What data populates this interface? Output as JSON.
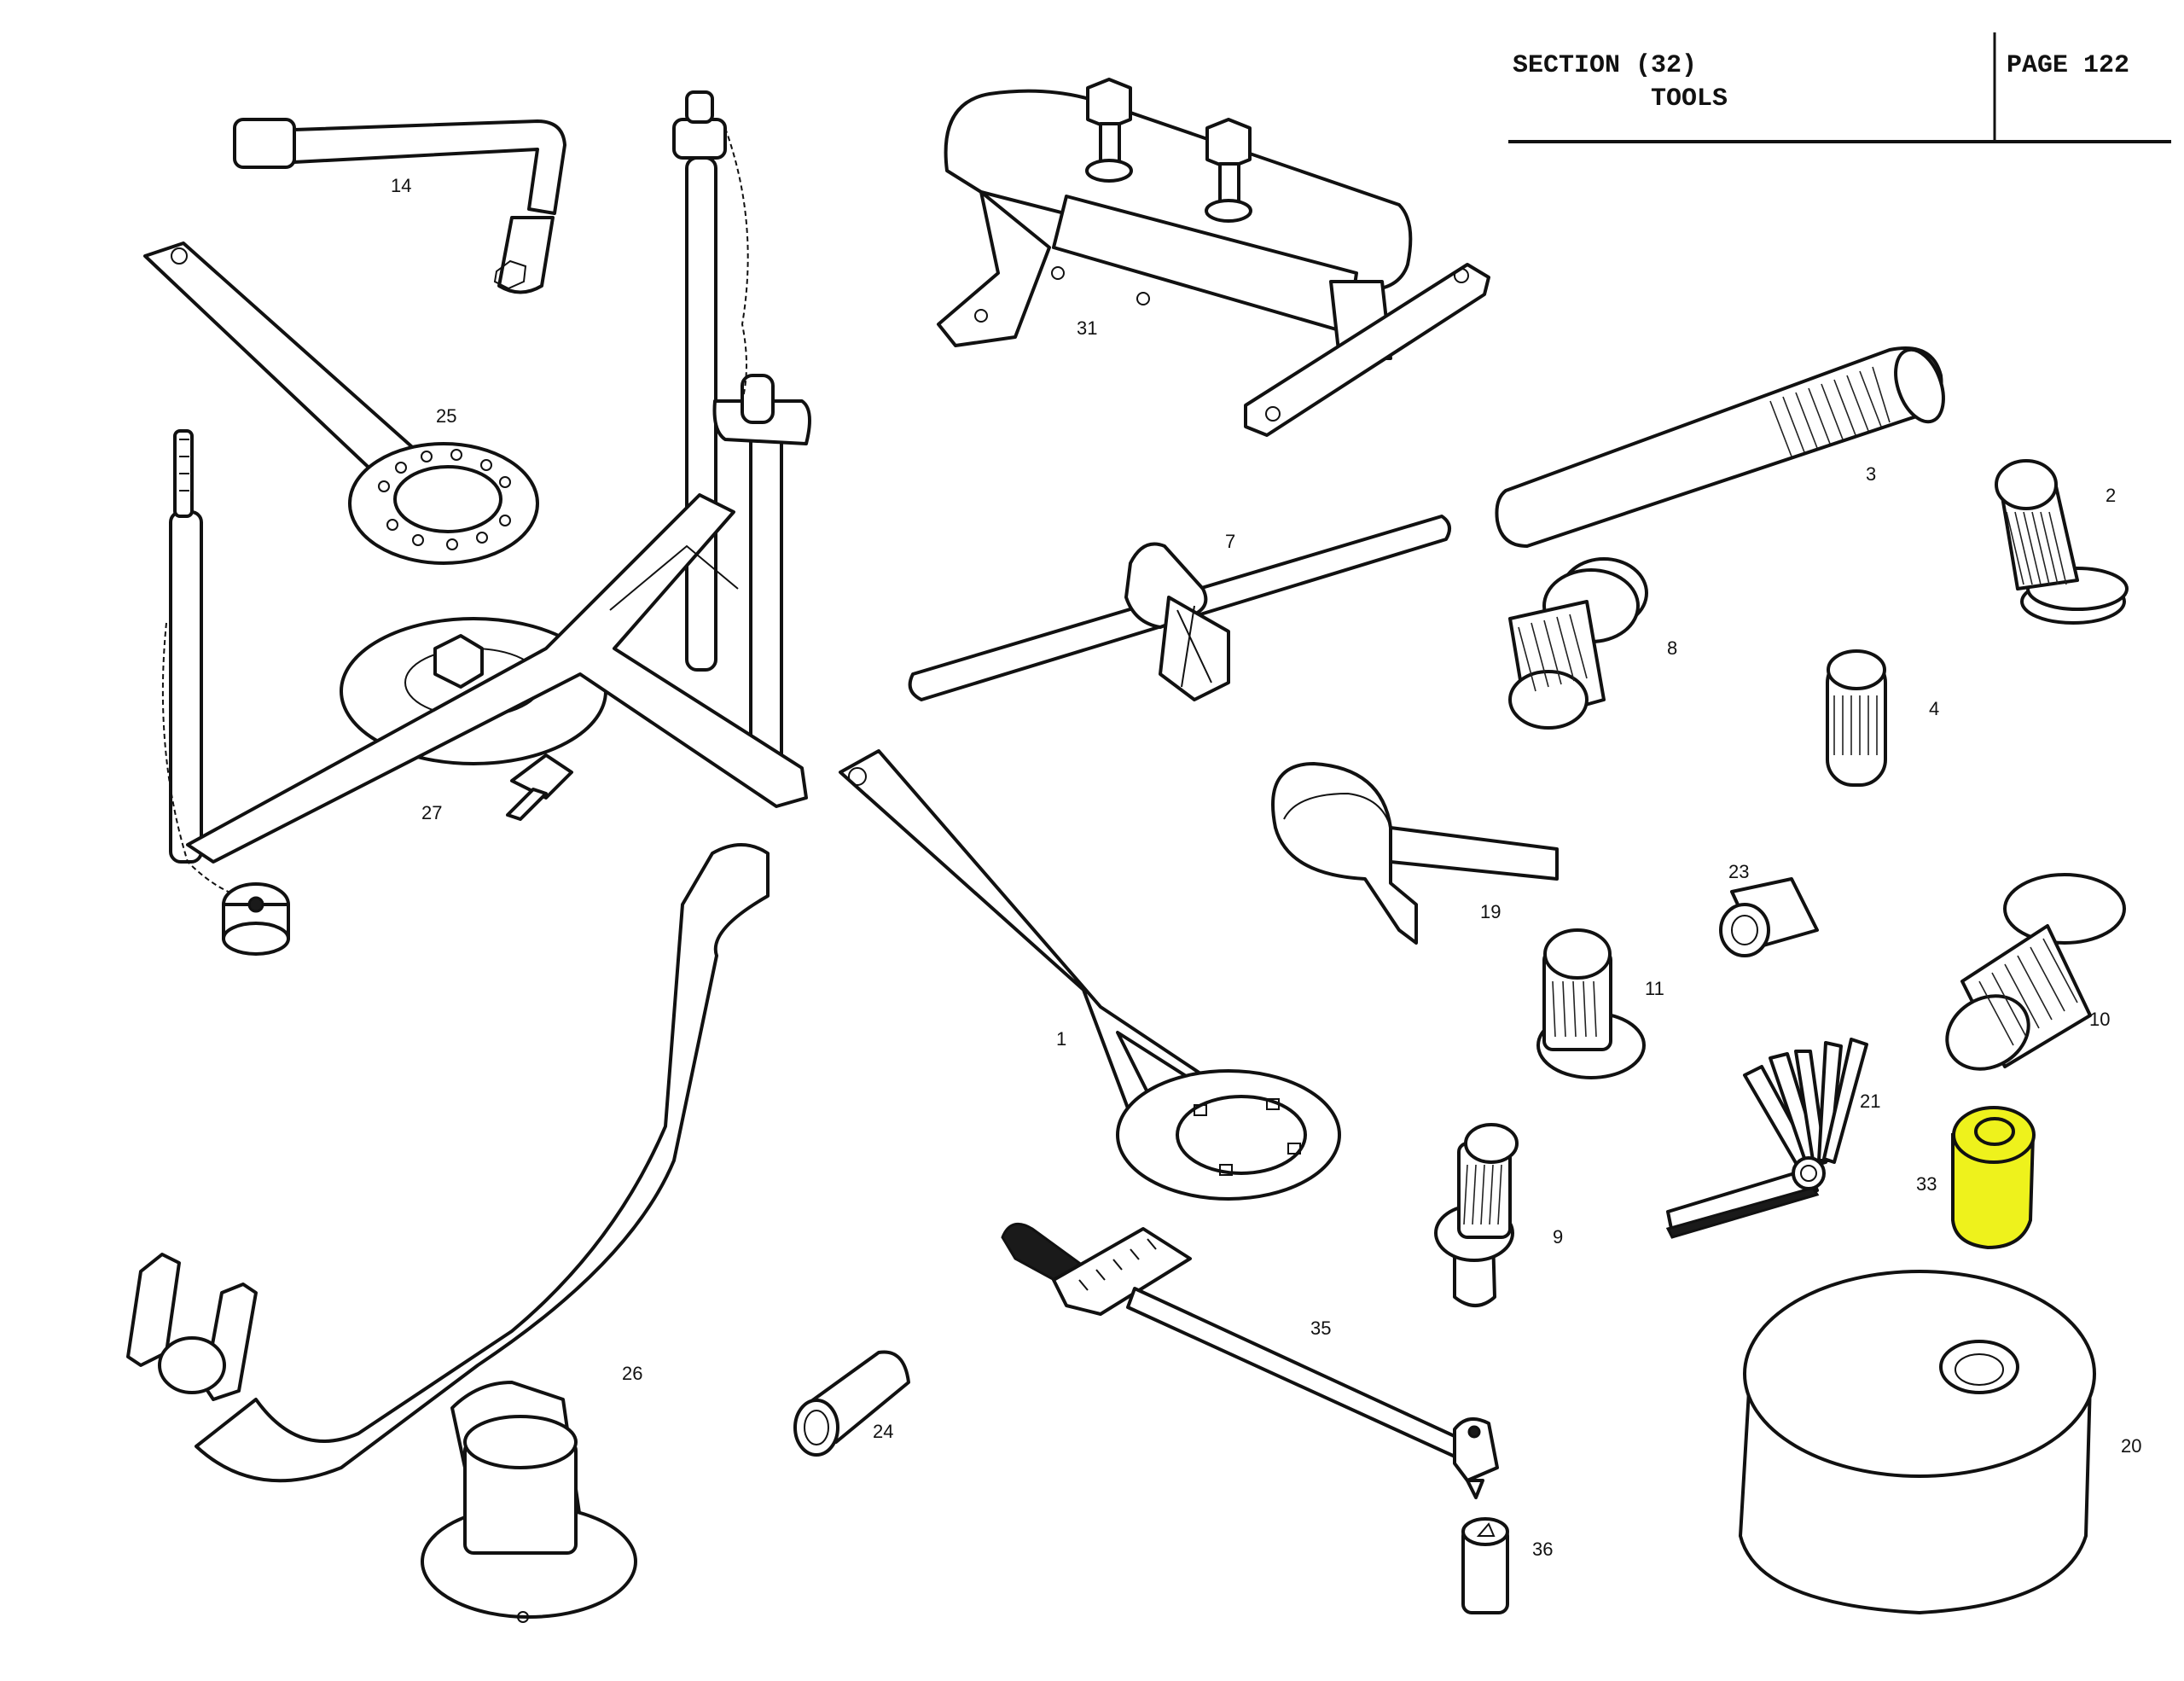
{
  "header": {
    "section_label": "SECTION (32)",
    "section_title": "TOOLS",
    "page_label": "PAGE 122"
  },
  "highlight": {
    "item": "33",
    "color": "#EEF21C"
  },
  "items": [
    {
      "id": "14",
      "label": "14",
      "name": "offset-box-spanner"
    },
    {
      "id": "25",
      "label": "25",
      "name": "ring-spanner-peg"
    },
    {
      "id": "27",
      "label": "27",
      "name": "holding-fixture-frame"
    },
    {
      "id": "31",
      "label": "31",
      "name": "bridge-puller"
    },
    {
      "id": "7",
      "label": "7",
      "name": "tommy-bar-tool"
    },
    {
      "id": "3",
      "label": "3",
      "name": "knurled-drift"
    },
    {
      "id": "2",
      "label": "2",
      "name": "flanged-mandrel"
    },
    {
      "id": "8",
      "label": "8",
      "name": "shouldered-mandrel"
    },
    {
      "id": "4",
      "label": "4",
      "name": "knurled-plug"
    },
    {
      "id": "19",
      "label": "19",
      "name": "clamp-band"
    },
    {
      "id": "23",
      "label": "23",
      "name": "small-sleeve"
    },
    {
      "id": "11",
      "label": "11",
      "name": "stepped-mandrel"
    },
    {
      "id": "10",
      "label": "10",
      "name": "large-flanged-mandrel"
    },
    {
      "id": "1",
      "label": "1",
      "name": "c-spanner"
    },
    {
      "id": "21",
      "label": "21",
      "name": "feeler-gauge"
    },
    {
      "id": "33",
      "label": "33",
      "name": "bush-sleeve"
    },
    {
      "id": "9",
      "label": "9",
      "name": "pilot-mandrel"
    },
    {
      "id": "35",
      "label": "35",
      "name": "torque-wrench"
    },
    {
      "id": "26",
      "label": "26",
      "name": "stand-bracket"
    },
    {
      "id": "24",
      "label": "24",
      "name": "tube-sleeve"
    },
    {
      "id": "20",
      "label": "20",
      "name": "press-block"
    },
    {
      "id": "36",
      "label": "36",
      "name": "socket-adaptor"
    }
  ]
}
